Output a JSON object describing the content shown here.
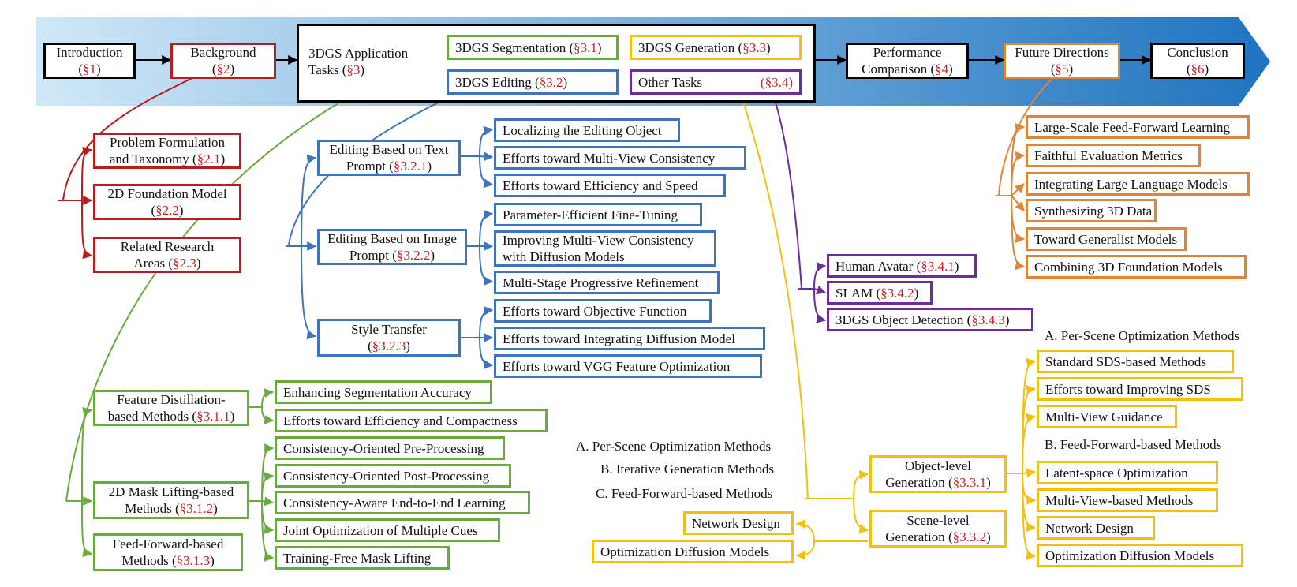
{
  "colors": {
    "banner_start": "#cfe8f7",
    "banner_end": "#1f74c0",
    "red": "#b81c1c",
    "green": "#6aab3e",
    "blue": "#3d74c0",
    "yellow": "#f3c010",
    "purple": "#6a2d9b",
    "orange": "#e0843a",
    "reference": "#d21d1d"
  },
  "pipeline": {
    "introduction": {
      "l1": "Introduction",
      "l2p": "(",
      "ref": "§1",
      "l2s": ")"
    },
    "background": {
      "l1": "Background",
      "l2p": "(",
      "ref": "§2",
      "l2s": ")"
    },
    "application_tasks": {
      "l1": "3DGS Application",
      "l2p": "Tasks (",
      "ref": "§3",
      "l2s": ")"
    },
    "segmentation": {
      "label": "3DGS Segmentation (",
      "ref": "§3.1",
      "suffix": ")"
    },
    "editing": {
      "label": "3DGS Editing (",
      "ref": "§3.2",
      "suffix": ")"
    },
    "generation": {
      "label": "3DGS Generation (",
      "ref": "§3.3",
      "suffix": ")"
    },
    "other_tasks": {
      "label": "Other Tasks",
      "ref": "(§3.4)"
    },
    "performance": {
      "l1": "Performance",
      "l2p": "Comparison (",
      "ref": "§4",
      "l2s": ")"
    },
    "future": {
      "l1": "Future Directions",
      "l2p": "(",
      "ref": "§5",
      "l2s": ")"
    },
    "conclusion": {
      "l1": "Conclusion",
      "l2p": "(",
      "ref": "§6",
      "l2s": ")"
    }
  },
  "background_items": [
    {
      "l1": "Problem Formulation",
      "l2p": "and Taxonomy (",
      "ref": "§2.1",
      "l2s": ")"
    },
    {
      "l1": "2D Foundation Model",
      "l2p": "(",
      "ref": "§2.2",
      "l2s": ")"
    },
    {
      "l1": "Related Research",
      "l2p": "Areas (",
      "ref": "§2.3",
      "l2s": ")"
    }
  ],
  "editing_groups": [
    {
      "l1": "Editing Based on Text",
      "l2p": "Prompt (",
      "ref": "§3.2.1",
      "l2s": ")"
    },
    {
      "l1": "Editing Based on Image",
      "l2p": "Prompt (",
      "ref": "§3.2.2",
      "l2s": ")"
    },
    {
      "l1": "Style Transfer",
      "l2p": "(",
      "ref": "§3.2.3",
      "l2s": ")"
    }
  ],
  "editing_text_items": [
    "Localizing the Editing Object",
    "Efforts toward Multi-View Consistency",
    "Efforts toward Efficiency and Speed"
  ],
  "editing_image_items": [
    "Parameter-Efficient Fine-Tuning",
    "Improving Multi-View Consistency",
    "with Diffusion Models",
    "Multi-Stage Progressive Refinement"
  ],
  "style_items": [
    "Efforts toward Objective Function",
    "Efforts toward Integrating Diffusion Model",
    "Efforts toward VGG Feature Optimization"
  ],
  "segmentation_groups": [
    {
      "l1": "Feature Distillation-",
      "l2p": "based Methods (",
      "ref": "§3.1.1",
      "l2s": ")"
    },
    {
      "l1": "2D Mask Lifting-based",
      "l2p": "Methods (",
      "ref": "§3.1.2",
      "l2s": ")"
    },
    {
      "l1": "Feed-Forward-based",
      "l2p": "Methods (",
      "ref": "§3.1.3",
      "l2s": ")"
    }
  ],
  "feature_items": [
    "Enhancing Segmentation Accuracy",
    "Efforts toward Efficiency and Compactness"
  ],
  "mask_items": [
    "Consistency-Oriented Pre-Processing",
    "Consistency-Oriented Post-Processing",
    "Consistency-Aware End-to-End Learning",
    "Joint Optimization of Multiple Cues",
    "Training-Free Mask Lifting"
  ],
  "other_items": [
    {
      "label": "Human Avatar (",
      "ref": "§3.4.1",
      "suffix": ")"
    },
    {
      "label": "SLAM (",
      "ref": "§3.4.2",
      "suffix": ")"
    },
    {
      "label": "3DGS Object Detection (",
      "ref": "§3.4.3",
      "suffix": ")"
    }
  ],
  "future_items": [
    "Large-Scale Feed-Forward Learning",
    "Faithful Evaluation Metrics",
    "Integrating Large Language Models",
    "Synthesizing 3D Data",
    "Toward Generalist Models",
    "Combining 3D Foundation Models"
  ],
  "generation_groups": [
    {
      "l1": "Object-level",
      "l2p": "Generation (",
      "ref": "§3.3.1",
      "l2s": ")"
    },
    {
      "l1": "Scene-level",
      "l2p": "Generation (",
      "ref": "§3.3.2",
      "l2s": ")"
    }
  ],
  "object_methods_text": [
    "A. Per-Scene Optimization Methods",
    "B. Iterative Generation Methods",
    "C. Feed-Forward-based Methods"
  ],
  "scene_items": [
    "Network Design",
    "Optimization Diffusion Models"
  ],
  "scene_methods": {
    "heading_a": "A. Per-Scene Optimization Methods",
    "items_a": [
      "Standard SDS-based Methods",
      "Efforts toward Improving SDS",
      "Multi-View Guidance"
    ],
    "heading_b": "B. Feed-Forward-based Methods",
    "items_b": [
      "Latent-space Optimization",
      "Multi-View-based Methods",
      "Network Design",
      "Optimization Diffusion Models"
    ]
  }
}
